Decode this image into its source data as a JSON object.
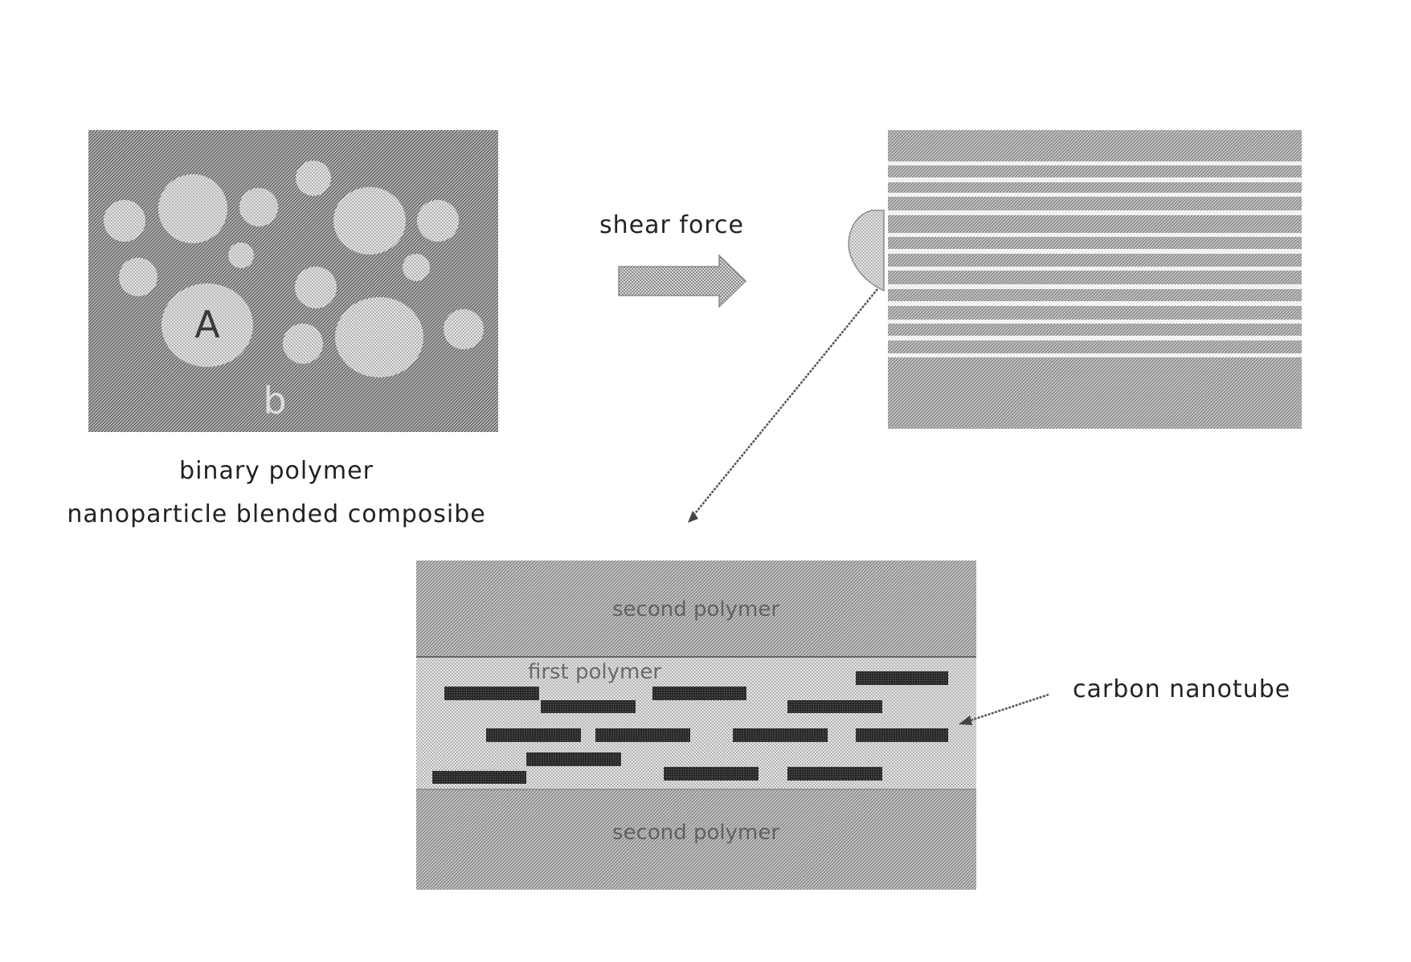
{
  "labels": {
    "domain_a": "A",
    "domain_b": "b",
    "caption_line1": "binary polymer",
    "caption_line2": "nanoparticle blended composibe",
    "shear_force": "shear force",
    "second_polymer_top": "second polymer",
    "first_polymer": "first polymer",
    "second_polymer_bottom": "second polymer",
    "carbon_nanotube": "carbon nanotube"
  },
  "colors": {
    "dark_hatch": "#7a7a7a",
    "medium_hatch": "#a8a8a8",
    "light_dots": "#d0d0d0",
    "nanotube": "#333333"
  }
}
